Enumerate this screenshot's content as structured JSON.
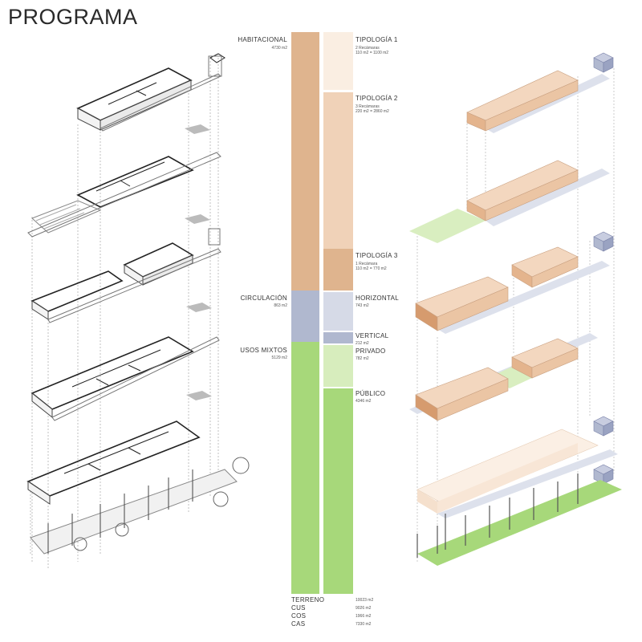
{
  "title": "PROGRAMA",
  "left_column": {
    "habitacional": {
      "label": "HABITACIONAL",
      "value": "4730 m2",
      "color": "#dfb48e"
    },
    "circulacion": {
      "label": "CIRCULACIÓN",
      "value": "863 m2",
      "color": "#b0b8cf"
    },
    "usos_mixtos": {
      "label": "USOS MIXTOS",
      "value": "5129 m2",
      "color": "#a7d87a"
    }
  },
  "right_column": {
    "tipologia1": {
      "label": "TIPOLOGÍA 1",
      "sub1": "2 Recámaras",
      "sub2": "110 m2 = 1100 m2",
      "color": "#faeee2"
    },
    "tipologia2": {
      "label": "TIPOLOGÍA 2",
      "sub1": "3 Recámaras",
      "sub2": "220 m2 = 2860 m2",
      "color": "#f0d2b8"
    },
    "tipologia3": {
      "label": "TIPOLOGÍA 3",
      "sub1": "1 Recámara",
      "sub2": "110 m2 = 770 m2",
      "color": "#dfb48e"
    },
    "horizontal": {
      "label": "HORIZONTAL",
      "value": "743 m2",
      "color": "#d6dae7"
    },
    "vertical": {
      "label": "VERTICAL",
      "value": "212 m2",
      "color": "#b0b8cf"
    },
    "privado": {
      "label": "PRIVADO",
      "value": "782 m2",
      "color": "#d7edbd"
    },
    "publico": {
      "label": "PÚBLICO",
      "value": "4346 m2",
      "color": "#a7d87a"
    }
  },
  "stats": [
    {
      "label": "TERRENO",
      "value": "10023 m2"
    },
    {
      "label": "CUS",
      "value": "9026 m2"
    },
    {
      "label": "COS",
      "value": "1966 m2"
    },
    {
      "label": "CAS",
      "value": "7330 m2"
    }
  ]
}
